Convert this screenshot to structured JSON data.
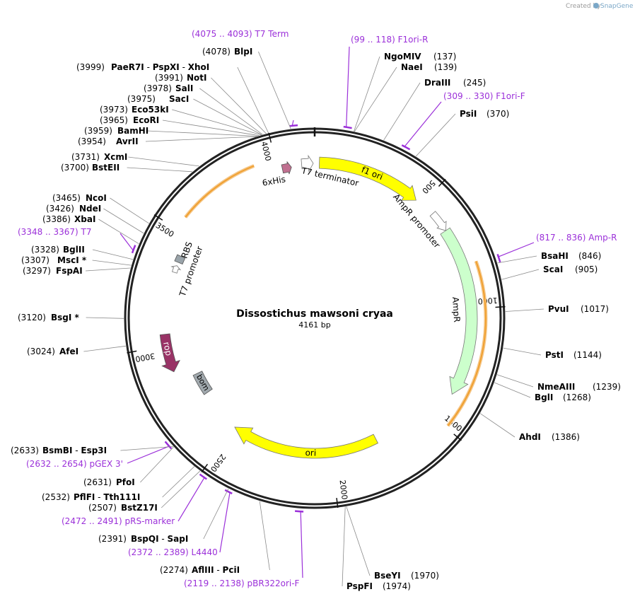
{
  "credit": {
    "created_by": "Created by",
    "brand": "SnapGene",
    "icon": "snapgene-logo-icon"
  },
  "plasmid": {
    "name": "Dissostichus mawsoni cryaa",
    "length": "4161 bp",
    "length_bp": 4161
  },
  "ticks": [
    "500",
    "1000",
    "1500",
    "2000",
    "2500",
    "3000",
    "3500",
    "4000"
  ],
  "colors": {
    "feature_yellow": "#ffff00",
    "amp_green": "#ccffcc",
    "rop_purple": "#993366",
    "bom_gray": "#a0a8ad",
    "primer_purple": "#9b30d9",
    "orf_orange": "#f0a030"
  },
  "sites": [
    {
      "pos": 4078,
      "name": "BlpI",
      "coord": "(4078)"
    },
    {
      "pos": 3999,
      "name": "PaeR7I",
      "name2": "PspXI",
      "name3": "XhoI",
      "coord": "(3999)"
    },
    {
      "pos": 3991,
      "name": "NotI",
      "coord": "(3991)"
    },
    {
      "pos": 3978,
      "name": "SalI",
      "coord": "(3978)"
    },
    {
      "pos": 3975,
      "name": "SacI",
      "coord": "(3975)"
    },
    {
      "pos": 3973,
      "name": "Eco53kI",
      "coord": "(3973)"
    },
    {
      "pos": 3965,
      "name": "EcoRI",
      "coord": "(3965)"
    },
    {
      "pos": 3959,
      "name": "BamHI",
      "coord": "(3959)"
    },
    {
      "pos": 3954,
      "name": "AvrII",
      "coord": "(3954)"
    },
    {
      "pos": 3731,
      "name": "XcmI",
      "coord": "(3731)"
    },
    {
      "pos": 3700,
      "name": "BstEII",
      "coord": "(3700)"
    },
    {
      "pos": 3465,
      "name": "NcoI",
      "coord": "(3465)"
    },
    {
      "pos": 3426,
      "name": "NdeI",
      "coord": "(3426)"
    },
    {
      "pos": 3386,
      "name": "XbaI",
      "coord": "(3386)"
    },
    {
      "pos": 3328,
      "name": "BglII",
      "coord": "(3328)"
    },
    {
      "pos": 3307,
      "name": "MscI *",
      "coord": "(3307)"
    },
    {
      "pos": 3297,
      "name": "FspAI",
      "coord": "(3297)"
    },
    {
      "pos": 3120,
      "name": "BsgI *",
      "coord": "(3120)"
    },
    {
      "pos": 3024,
      "name": "AfeI",
      "coord": "(3024)"
    },
    {
      "pos": 2633,
      "name": "BsmBI",
      "name2": "Esp3I",
      "coord": "(2633)"
    },
    {
      "pos": 2631,
      "name": "PfoI",
      "coord": "(2631)"
    },
    {
      "pos": 2532,
      "name": "PflFI",
      "name2": "Tth111I",
      "coord": "(2532)"
    },
    {
      "pos": 2507,
      "name": "BstZ17I",
      "coord": "(2507)"
    },
    {
      "pos": 2391,
      "name": "BspQI",
      "name2": "SapI",
      "coord": "(2391)"
    },
    {
      "pos": 2274,
      "name": "AflIII",
      "name2": "PciI",
      "coord": "(2274)"
    },
    {
      "pos": 1974,
      "name": "PspFI",
      "coord": "(1974)"
    },
    {
      "pos": 1970,
      "name": "BseYI",
      "coord": "(1970)"
    },
    {
      "pos": 1386,
      "name": "AhdI",
      "coord": "(1386)"
    },
    {
      "pos": 1268,
      "name": "BglI",
      "coord": "(1268)"
    },
    {
      "pos": 1239,
      "name": "NmeAIII",
      "coord": "(1239)"
    },
    {
      "pos": 1144,
      "name": "PstI",
      "coord": "(1144)"
    },
    {
      "pos": 1017,
      "name": "PvuI",
      "coord": "(1017)"
    },
    {
      "pos": 905,
      "name": "ScaI",
      "coord": "(905)"
    },
    {
      "pos": 846,
      "name": "BsaHI",
      "coord": "(846)"
    },
    {
      "pos": 370,
      "name": "PsiI",
      "coord": "(370)"
    },
    {
      "pos": 245,
      "name": "DraIII",
      "coord": "(245)"
    },
    {
      "pos": 139,
      "name": "NaeI",
      "coord": "(139)"
    },
    {
      "pos": 137,
      "name": "NgoMIV",
      "coord": "(137)"
    }
  ],
  "primers": [
    {
      "start": 4075,
      "end": 4093,
      "name": "T7 Term",
      "range": "(4075 .. 4093)"
    },
    {
      "start": 99,
      "end": 118,
      "name": "F1ori-R",
      "range": "(99 .. 118)"
    },
    {
      "start": 309,
      "end": 330,
      "name": "F1ori-F",
      "range": "(309 .. 330)"
    },
    {
      "start": 817,
      "end": 836,
      "name": "Amp-R",
      "range": "(817 .. 836)"
    },
    {
      "start": 3348,
      "end": 3367,
      "name": "T7",
      "range": "(3348 .. 3367)"
    },
    {
      "start": 2632,
      "end": 2654,
      "name": "pGEX 3'",
      "range": "(2632 .. 2654)"
    },
    {
      "start": 2472,
      "end": 2491,
      "name": "pRS-marker",
      "range": "(2472 .. 2491)"
    },
    {
      "start": 2372,
      "end": 2389,
      "name": "L4440",
      "range": "(2372 .. 2389)"
    },
    {
      "start": 2119,
      "end": 2138,
      "name": "pBR322ori-F",
      "range": "(2119 .. 2138)"
    }
  ],
  "features": {
    "f1ori": "f1 ori",
    "ampr": "AmpR",
    "ampr_promoter": "AmpR promoter",
    "ori": "ori",
    "rop": "rop",
    "bom": "bom",
    "t7_terminator": "T7 terminator",
    "his": "6xHis",
    "rbs": "RBS",
    "t7_promoter": "T7 promoter"
  }
}
